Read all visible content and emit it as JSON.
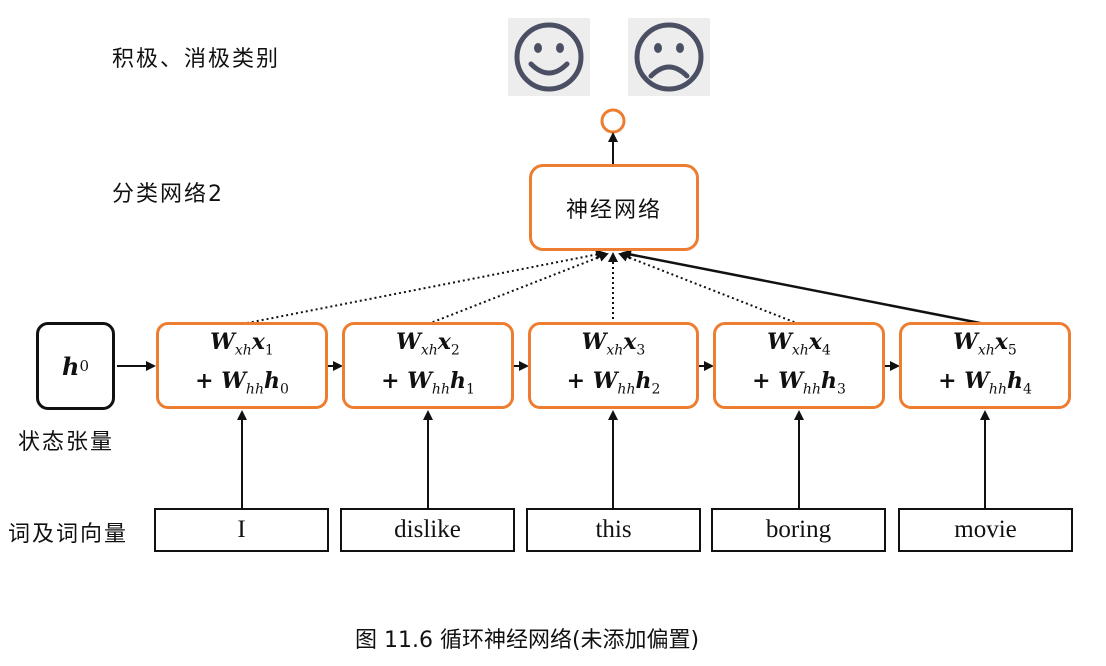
{
  "labels": {
    "class_label": "积极、消极类别",
    "classifier_label": "分类网络2",
    "state_label": "状态张量",
    "word_label": "词及词向量"
  },
  "network_box": {
    "text": "神经网络"
  },
  "initial_state": {
    "symbol": "h",
    "index": "0"
  },
  "cells": [
    {
      "x_index": "1",
      "h_index": "0"
    },
    {
      "x_index": "2",
      "h_index": "1"
    },
    {
      "x_index": "3",
      "h_index": "2"
    },
    {
      "x_index": "4",
      "h_index": "3"
    },
    {
      "x_index": "5",
      "h_index": "4"
    }
  ],
  "cell_terms": {
    "w_x": "W",
    "w_x_sub": "xh",
    "x": "x",
    "plus": "+ ",
    "w_h": "W",
    "w_h_sub": "hh",
    "h": "h"
  },
  "words": [
    "I",
    "dislike",
    "this",
    "boring",
    "movie"
  ],
  "icons": [
    "smiley-face-icon",
    "sad-face-icon"
  ],
  "colors": {
    "accent": "#ED7D31",
    "stroke": "#111111",
    "face": "#4a4f63",
    "face_bg": "#ededed"
  },
  "caption": "图  11.6  循环神经网络(未添加偏置)"
}
